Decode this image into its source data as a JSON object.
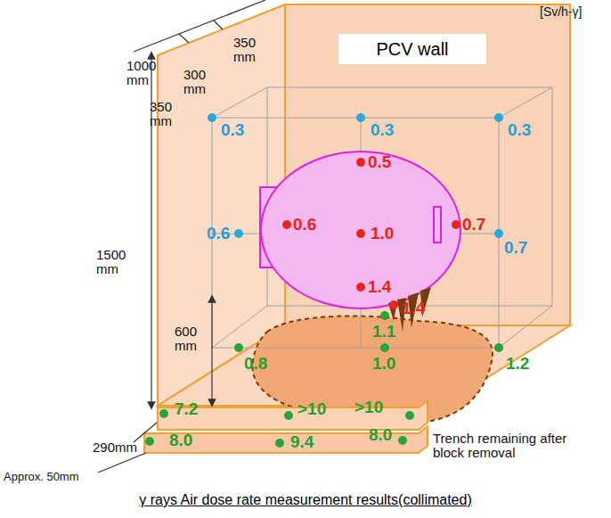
{
  "diagram": {
    "caption": "γ rays Air dose rate measurement results(collimated)",
    "nodes": [
      {
        "text": [
          "PCV wall"
        ]
      }
    ],
    "labels": [
      "[Sv/h-γ]",
      "1000 mm",
      "350 mm",
      "300 mm",
      "350 mm",
      "1500 mm",
      "600 mm",
      "0.3",
      "0.3",
      "0.3",
      "0.5",
      "0.6",
      "0.6",
      "1.0",
      "0.7",
      "0.7",
      "1.4",
      "1.4",
      "1.1",
      "0.8",
      "1.0",
      "1.2",
      "7.2",
      ">10",
      ">10",
      "8.0",
      "9.4",
      "8.0",
      "290mm",
      "Approx. 50mm",
      "Trench remaining after block removal"
    ]
  }
}
